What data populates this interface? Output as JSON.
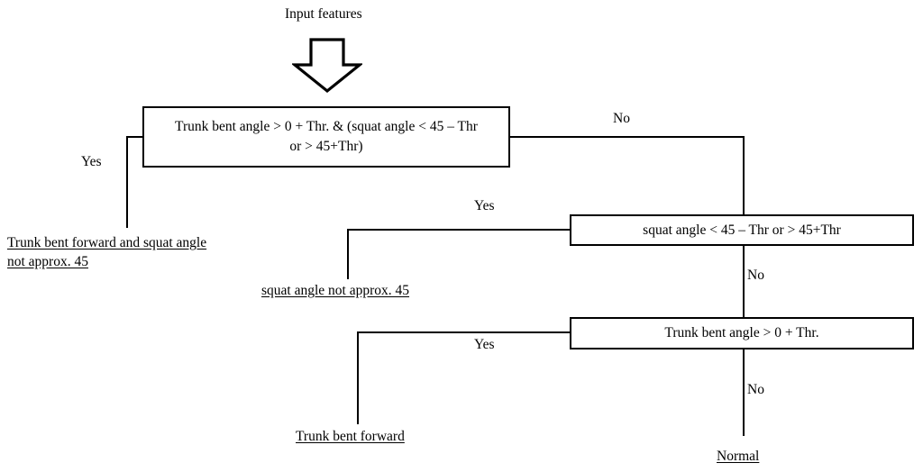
{
  "diagram": {
    "title": "Input features",
    "type": "decision-tree-flowchart",
    "arrow_icon": "down-block-arrow"
  },
  "nodes": {
    "decision1": {
      "line1": "Trunk bent angle > 0 + Thr. & (squat angle < 45 – Thr",
      "line2": "or > 45+Thr)",
      "full": "Trunk bent angle > 0 + Thr. & (squat angle < 45 – Thr or > 45+Thr)"
    },
    "decision2": {
      "full": "squat angle < 45 – Thr or > 45+Thr"
    },
    "decision3": {
      "full": "Trunk bent angle > 0 + Thr."
    }
  },
  "outcomes": {
    "outcome1_line1": "Trunk bent forward and squat angle",
    "outcome1_line2": "not approx. 45",
    "outcome2": "squat angle not approx. 45",
    "outcome3": "Trunk bent forward",
    "outcome4": "Normal"
  },
  "edges": {
    "d1_yes": "Yes",
    "d1_no": "No",
    "d2_yes": "Yes",
    "d2_no": "No",
    "d3_yes": "Yes",
    "d3_no": "No"
  },
  "colors": {
    "stroke": "#000000",
    "background": "#ffffff",
    "text": "#000000"
  }
}
